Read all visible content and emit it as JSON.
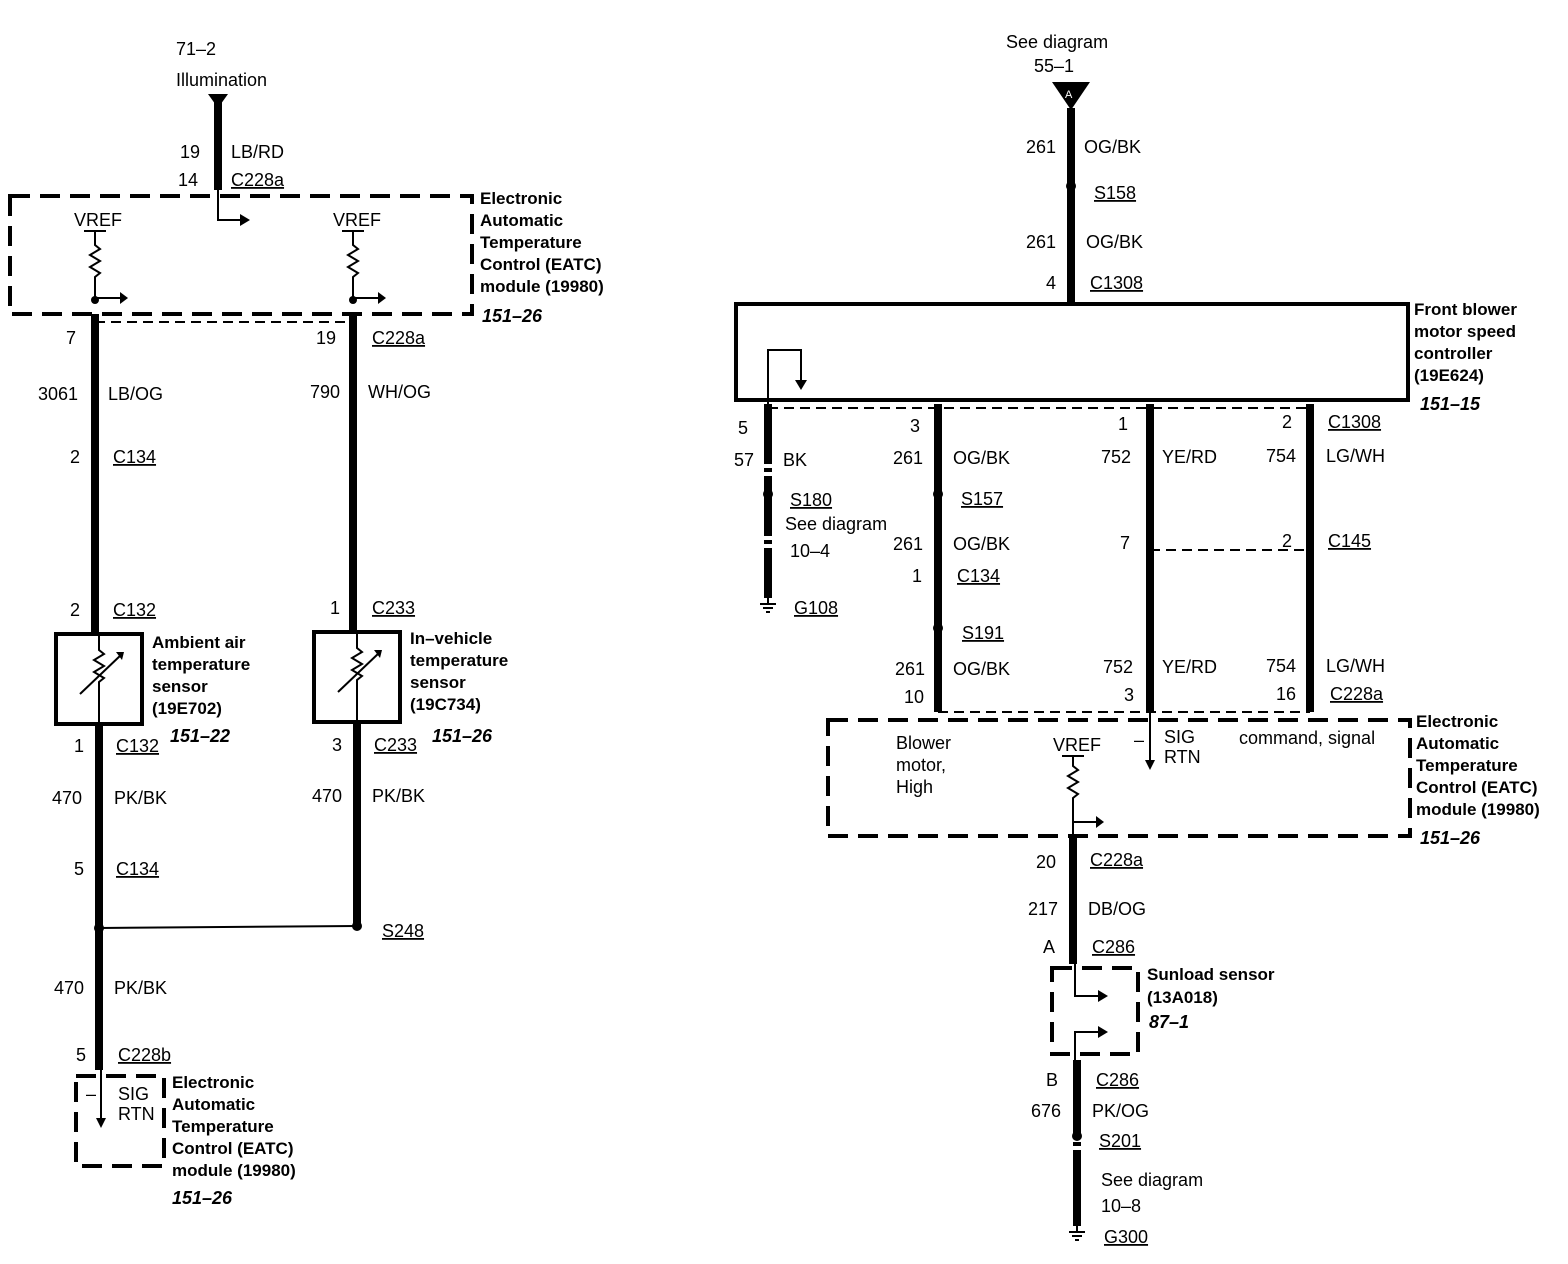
{
  "left": {
    "illumination": {
      "ref": "71–2",
      "label": "Illumination"
    },
    "top_wire": {
      "circuit": "19",
      "color": "LB/RD",
      "pin": "14",
      "connector": "C228a"
    },
    "eatc_top": {
      "title_lines": [
        "Electronic",
        "Automatic",
        "Temperature",
        "Control (EATC)",
        "module (19980)"
      ],
      "page": "151–26",
      "vref_a": "VREF",
      "vref_b": "VREF"
    },
    "wire_a": {
      "pin_top": "7",
      "circuit": "3061",
      "color": "LB/OG",
      "c134_pin": "2",
      "c134": "C134",
      "c132_pin": "2",
      "c132": "C132"
    },
    "wire_b": {
      "pin_top": "19",
      "connector_top": "C228a",
      "circuit": "790",
      "color": "WH/OG",
      "c233_pin": "1",
      "c233": "C233"
    },
    "ambient_sensor": {
      "title_lines": [
        "Ambient air",
        "temperature",
        "sensor",
        "(19E702)"
      ],
      "page": "151–22"
    },
    "invehicle_sensor": {
      "title_lines": [
        "In–vehicle",
        "temperature",
        "sensor",
        "(19C734)"
      ],
      "page": "151–26"
    },
    "wire_a_lower": {
      "c132_pin": "1",
      "c132": "C132",
      "circuit": "470",
      "color": "PK/BK",
      "c134_pin": "5",
      "c134": "C134"
    },
    "wire_b_lower": {
      "c233_pin": "3",
      "c233": "C233",
      "circuit": "470",
      "color": "PK/BK"
    },
    "splice": {
      "name": "S248"
    },
    "wire_bottom": {
      "circuit": "470",
      "color": "PK/BK",
      "pin": "5",
      "connector": "C228b"
    },
    "eatc_bottom": {
      "sig": "SIG",
      "rtn": "RTN",
      "minus": "–",
      "title_lines": [
        "Electronic",
        "Automatic",
        "Temperature",
        "Control (EATC)",
        "module (19980)"
      ],
      "page": "151–26"
    }
  },
  "right": {
    "see_top": {
      "label": "See diagram",
      "ref": "55–1",
      "marker": "A"
    },
    "feed": {
      "circuit1": "261",
      "color1": "OG/BK",
      "splice": "S158",
      "circuit2": "261",
      "color2": "OG/BK",
      "pin": "4",
      "connector": "C1308"
    },
    "controller": {
      "title_lines": [
        "Front blower",
        "motor speed",
        "controller",
        "(19E624)"
      ],
      "page": "151–15"
    },
    "w1": {
      "pin": "5",
      "circuit": "57",
      "color": "BK",
      "splice": "S180",
      "see": "See diagram",
      "see_ref": "10–4",
      "ground": "G108"
    },
    "w2": {
      "pin": "3",
      "circuit": "261",
      "color": "OG/BK",
      "splice": "S157",
      "circuit2": "261",
      "color2": "OG/BK",
      "c134_pin": "1",
      "c134": "C134",
      "splice2": "S191",
      "circuit3": "261",
      "color3": "OG/BK",
      "pin_bottom": "10"
    },
    "w3": {
      "pin": "1",
      "circuit": "752",
      "color": "YE/RD",
      "c145_pin": "7",
      "circuit2": "752",
      "color2": "YE/RD",
      "pin_bottom": "3"
    },
    "w4": {
      "pin": "2",
      "connector": "C1308",
      "circuit": "754",
      "color": "LG/WH",
      "c145_pin": "2",
      "c145": "C145",
      "circuit2": "754",
      "color2": "LG/WH",
      "pin_bottom": "16",
      "connector_bottom": "C228a"
    },
    "eatc": {
      "blower_lines": [
        "Blower",
        "motor,",
        "High"
      ],
      "vref": "VREF",
      "minus": "–",
      "sig": "SIG",
      "rtn": "RTN",
      "command": "command, signal",
      "title_lines": [
        "Electronic",
        "Automatic",
        "Temperature",
        "Control (EATC)",
        "module (19980)"
      ],
      "page": "151–26"
    },
    "sun_wire": {
      "pin": "20",
      "connector": "C228a",
      "circuit": "217",
      "color": "DB/OG",
      "c286_pin": "A",
      "c286": "C286"
    },
    "sunload": {
      "title_lines": [
        "Sunload sensor",
        "(13A018)"
      ],
      "page": "87–1"
    },
    "sun_out": {
      "c286_pin": "B",
      "c286": "C286",
      "circuit": "676",
      "color": "PK/OG",
      "splice": "S201",
      "see": "See diagram",
      "see_ref": "10–8",
      "ground": "G300"
    }
  }
}
